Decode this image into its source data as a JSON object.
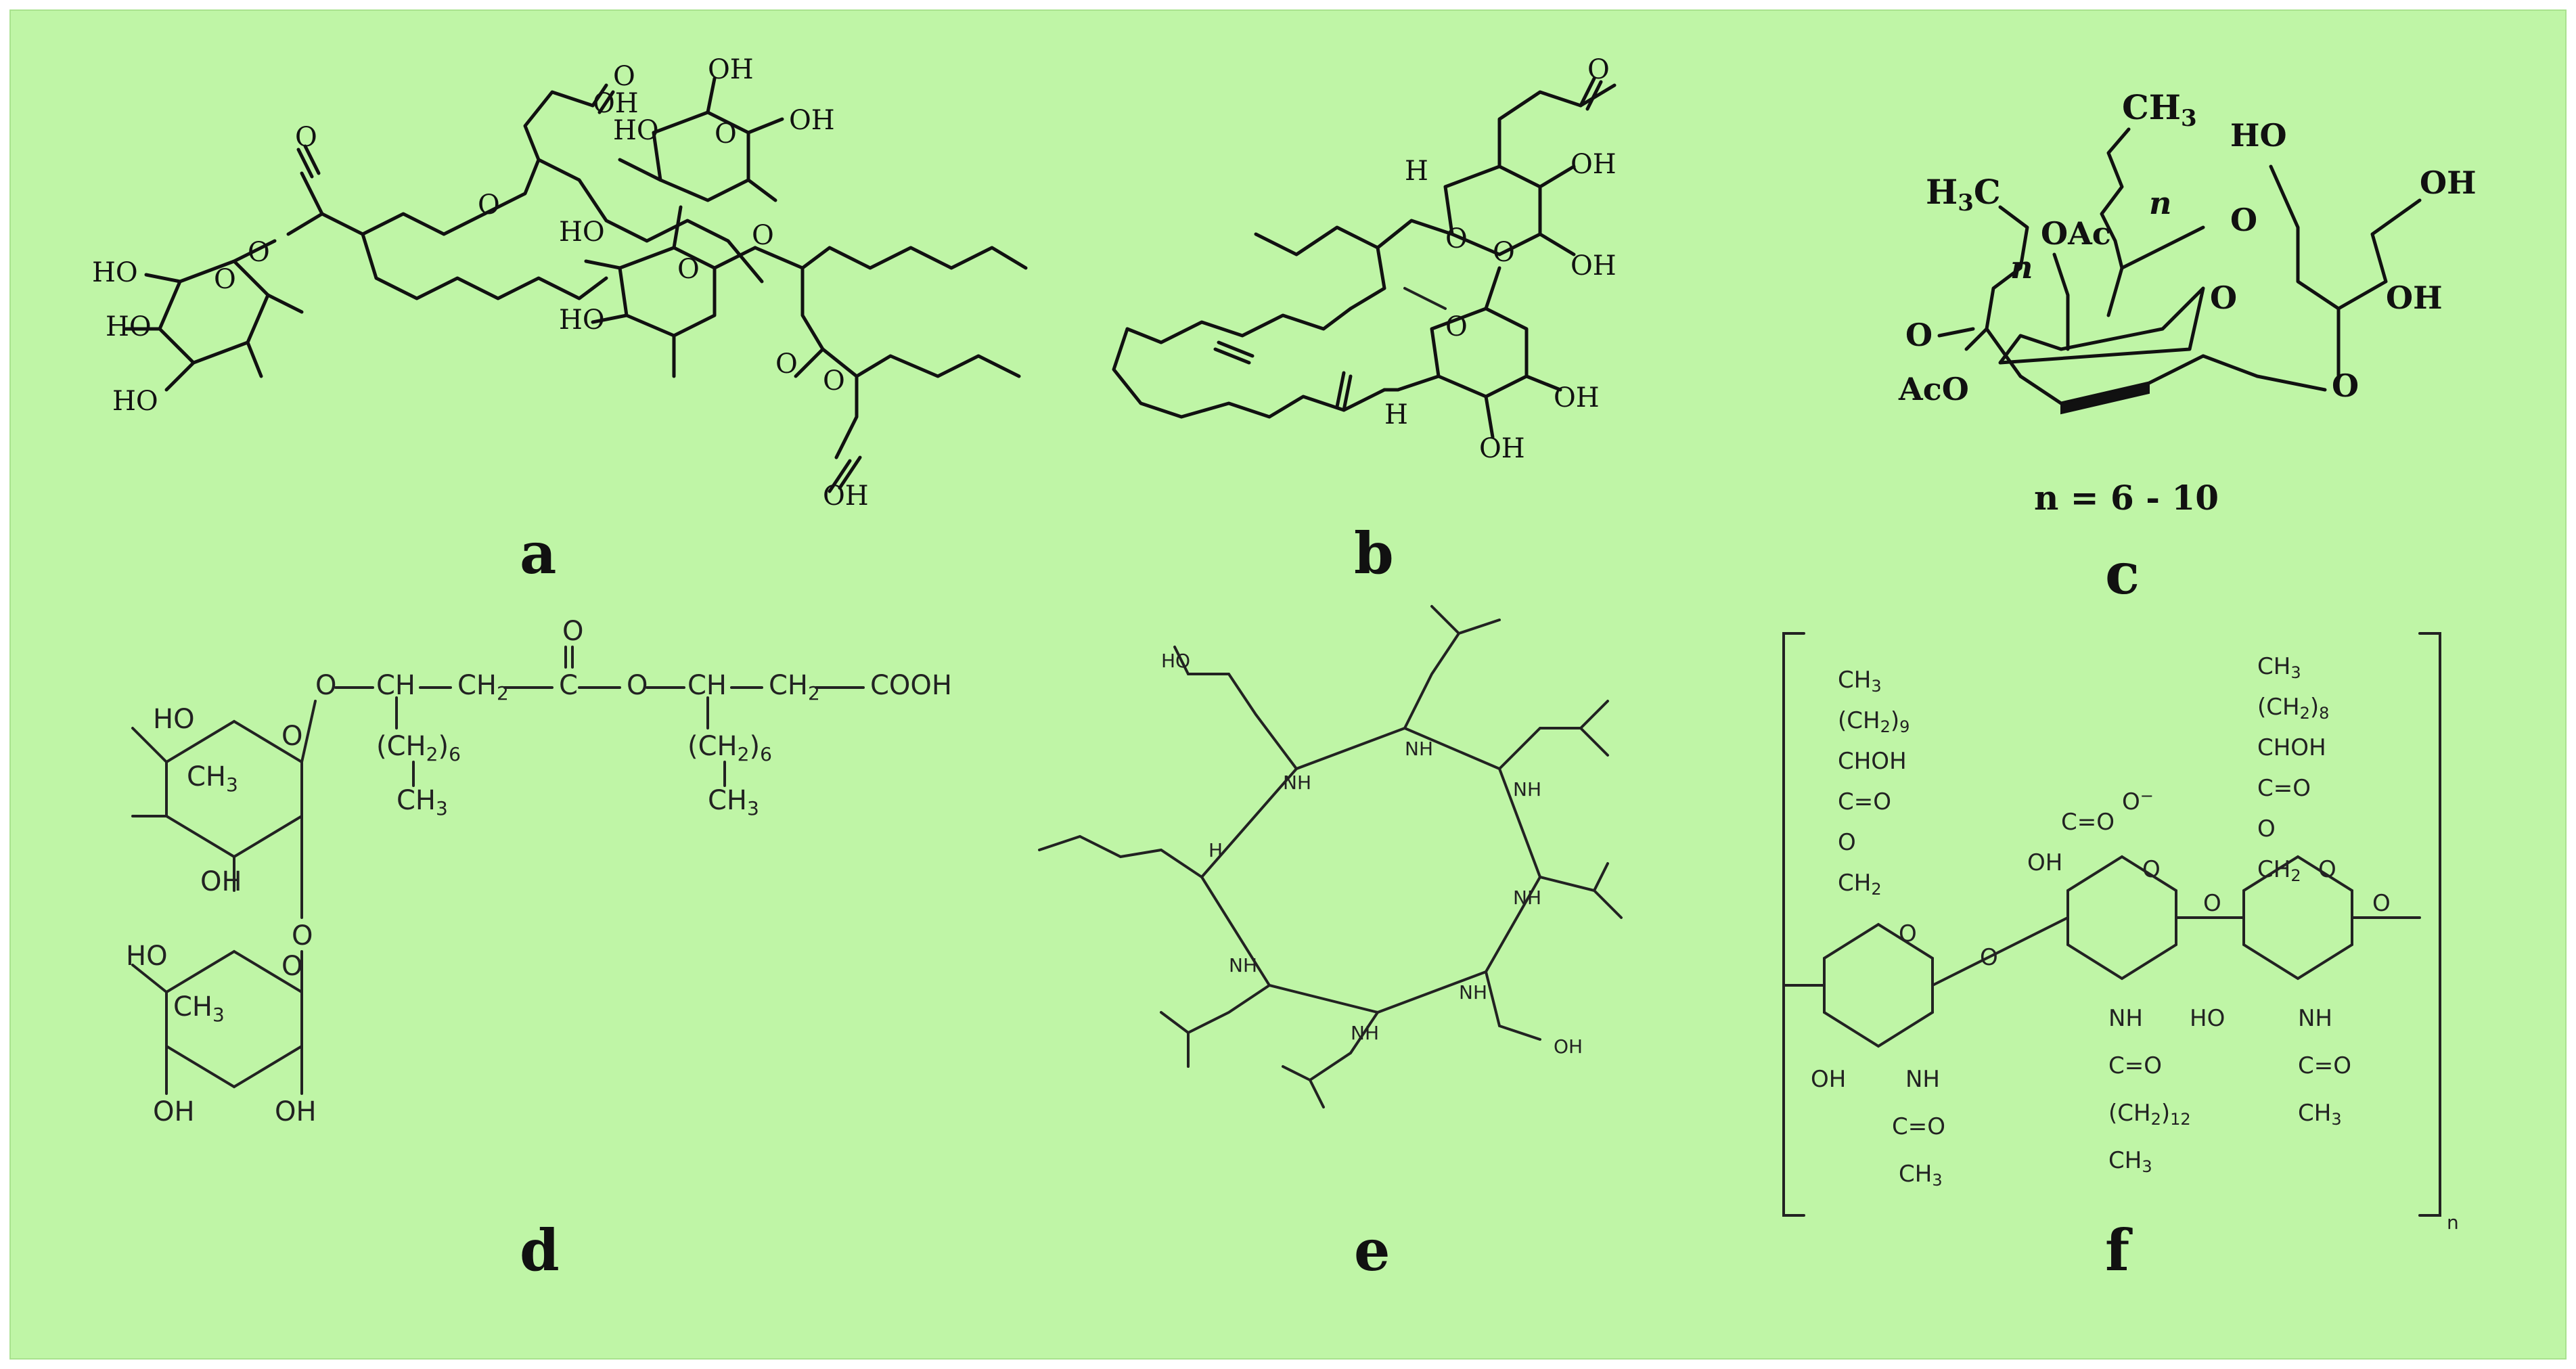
{
  "panels": [
    {
      "id": "a",
      "letter": "a"
    },
    {
      "id": "b",
      "letter": "b"
    },
    {
      "id": "c",
      "letter": "c",
      "note": "n =  6 - 10"
    },
    {
      "id": "d",
      "letter": "d"
    },
    {
      "id": "e",
      "letter": "e"
    },
    {
      "id": "f",
      "letter": "f"
    }
  ],
  "colors": {
    "background": "#bff5a6",
    "ink": "#111111"
  }
}
